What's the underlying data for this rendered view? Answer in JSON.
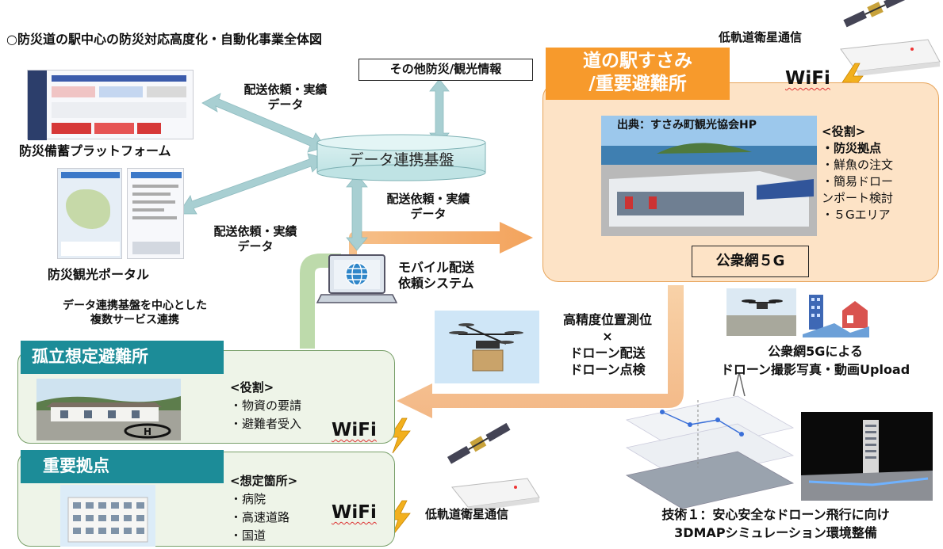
{
  "title": "○防災道の駅中心の防災対応高度化・自動化事業全体図",
  "data_hub": {
    "label": "データ連携基盤"
  },
  "other_info": {
    "label": "その他防災/観光情報"
  },
  "platform": {
    "label": "防災備蓄プラットフォーム"
  },
  "portal": {
    "label": "防災観光ポータル"
  },
  "flow_labels": {
    "platform_line1": "配送依頼・実績",
    "platform_line2": "データ",
    "portal_line1": "配送依頼・実績",
    "portal_line2": "データ",
    "mobile_line1": "配送依頼・実績",
    "mobile_line2": "データ"
  },
  "service_note": {
    "line1": "データ連携基盤を中心とした",
    "line2": "複数サービス連携"
  },
  "mobile_system": {
    "line1": "モバイル配送",
    "line2": "依頼システム"
  },
  "michi_no_eki": {
    "tag_line1": "道の駅すさみ",
    "tag_line2": "/重要避難所",
    "photo_credit": "出典：すさみ町観光協会HP",
    "role_header": "<役割>",
    "roles": [
      "・防災拠点",
      "・鮮魚の注文",
      "・簡易ドロー",
      "ンポート検討",
      "・５Gエリア"
    ],
    "network": "公衆網５G"
  },
  "satellite_top": {
    "label": "低軌道衛星通信"
  },
  "wifi": {
    "label": "WiFi"
  },
  "drone_center": {
    "line1": "高精度位置測位",
    "line2": "×",
    "line3": "ドローン配送",
    "line4": "ドローン点検"
  },
  "upload": {
    "line1": "公衆網5Gによる",
    "line2": "ドローン撮影写真・動画Upload"
  },
  "isolated_shelter": {
    "tag": "孤立想定避難所",
    "role_header": "<役割>",
    "roles": [
      "・物資の要請",
      "・避難者受入"
    ]
  },
  "key_base": {
    "tag": "重要拠点",
    "header": "<想定箇所>",
    "items": [
      "・病院",
      "・高速道路",
      "・国道"
    ]
  },
  "satellite_bottom": {
    "label": "低軌道衛星通信"
  },
  "tech": {
    "line1": "技術１：安心安全なドローン飛行に向け",
    "line2": "3DMAPシミュレーション環境整備"
  },
  "colors": {
    "orange": "#f79a2c",
    "teal": "#1c8c98",
    "cyan_arrow": "#a8cfd2",
    "green_panel": "#eef4e8",
    "orange_panel": "#fde3c6",
    "bolt": "#f2b01e"
  }
}
